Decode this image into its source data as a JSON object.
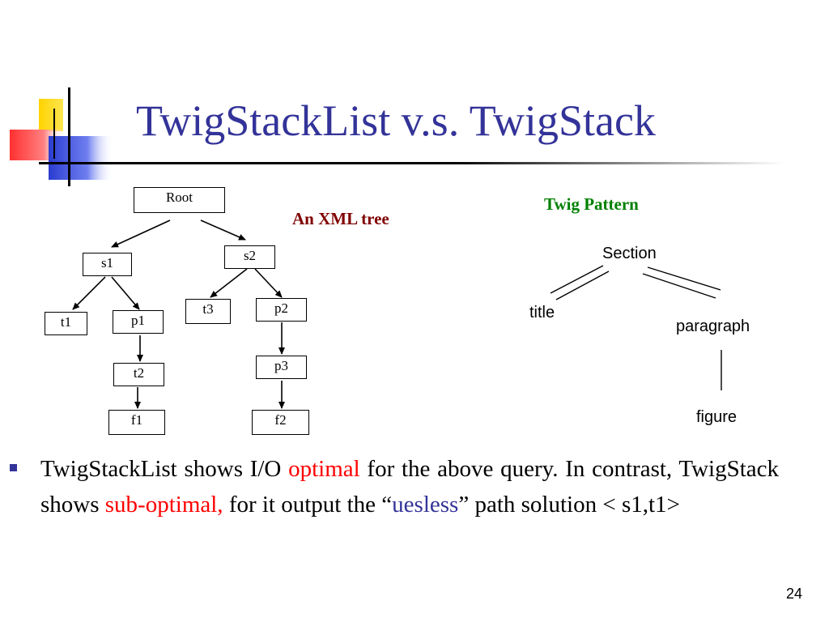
{
  "slide": {
    "title": "TwigStackList v.s. TwigStack",
    "page_number": "24"
  },
  "xml_tree": {
    "caption": "An XML tree",
    "nodes": {
      "root": "Root",
      "s1": "s1",
      "s2": "s2",
      "t1": "t1",
      "p1": "p1",
      "t2": "t2",
      "f1": "f1",
      "t3": "t3",
      "p2": "p2",
      "p3": "p3",
      "f2": "f2"
    }
  },
  "twig_pattern": {
    "caption": "Twig Pattern",
    "section": "Section",
    "title": "title",
    "paragraph": "paragraph",
    "figure": "figure"
  },
  "bullet": {
    "part1": "TwigStackList shows I/O ",
    "optimal": "optimal",
    "part2": " for the above query. In contrast, TwigStack shows ",
    "suboptimal": "sub-optimal,",
    "part3": " for it output the “",
    "useless": "uesless",
    "part4": "” path solution < s1,t1>"
  },
  "colors": {
    "title": "#333399",
    "xml_caption": "#800000",
    "twig_caption": "#008000",
    "highlight_red": "#ff0000",
    "highlight_blue": "#333399"
  }
}
